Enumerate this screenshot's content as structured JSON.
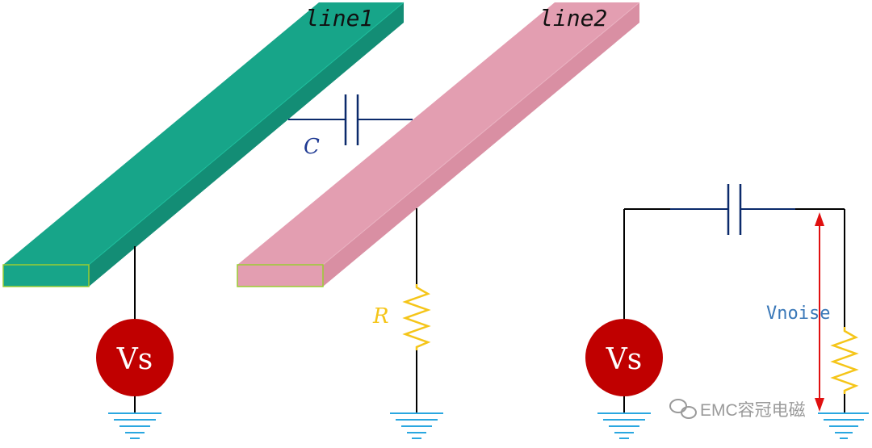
{
  "labels": {
    "line1": "line1",
    "line2": "line2",
    "capacitor": "C",
    "resistor": "R",
    "source_left": "Vs",
    "source_right": "Vs",
    "noise": "Vnoise",
    "watermark": "EMC容冠电磁"
  },
  "colors": {
    "line1_top": "#17a589",
    "line1_side": "#138d75",
    "line2_top": "#e39eb1",
    "line2_side": "#d98fa3",
    "end_outline": "#9acd32",
    "wire": "#000000",
    "cap_wire": "#0b2a6b",
    "cap_label": "#1f3a93",
    "resistor": "#f5c518",
    "source_fill": "#c00000",
    "source_text": "#ffffff",
    "ground": "#2aa7e0",
    "arrow": "#e01010",
    "noise_label": "#3a78b8",
    "watermark": "#9a9a9a"
  },
  "icons": {
    "watermark_logo": "wechat-icon"
  }
}
